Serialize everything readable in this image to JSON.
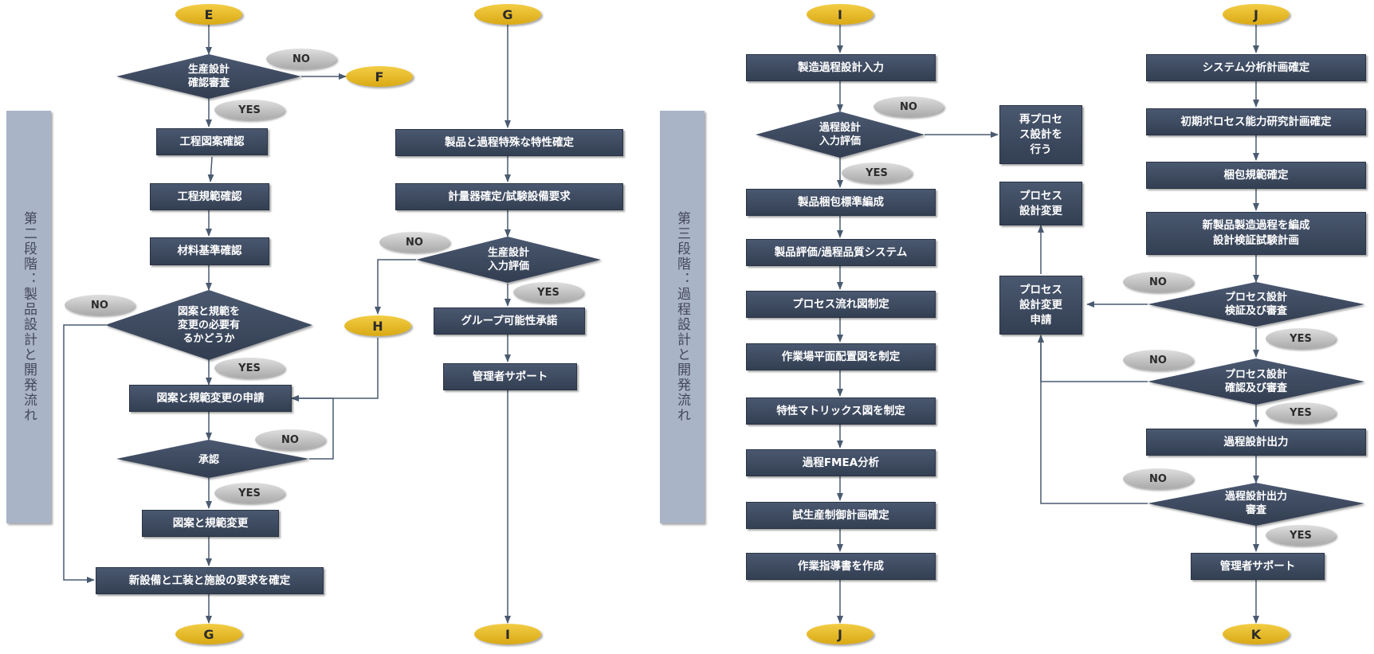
{
  "stages": {
    "stage2": "第二段階：製品設計と開発流れ",
    "stage3": "第三段階：過程設計と開発流れ"
  },
  "connectors": {
    "E": "E",
    "F": "F",
    "G": "G",
    "H": "H",
    "I": "I",
    "J": "J",
    "K": "K"
  },
  "decision_labels": {
    "yes": "YES",
    "no": "NO"
  },
  "col1": {
    "d_design_review": "生産設計\n確認審査",
    "p_process_drawing": "工程図案確認",
    "p_process_spec": "工程規範確認",
    "p_material_std": "材料基準確認",
    "d_need_change": "図案と規範を\n変更の必要有\nるかどうか",
    "p_change_request": "図案と規範変更の申請",
    "d_approval": "承認",
    "p_change": "図案と規範変更",
    "p_new_equipment": "新設備と工装と施設の要求を確定"
  },
  "col2": {
    "p_special_char": "製品と過程特殊な特性確定",
    "p_gauge": "計量器確定/試験設備要求",
    "d_input_eval": "生産設計\n入力評価",
    "p_feasibility": "グループ可能性承諾",
    "p_mgmt_support": "管理者サポート"
  },
  "col3": {
    "p_process_input": "製造過程設計入力",
    "d_process_input_eval": "過程設計\n入力評価",
    "p_packaging_std": "製品梱包標準編成",
    "p_quality_system": "製品評価/過程品質システム",
    "p_flow_chart": "プロセス流れ図制定",
    "p_floor_plan": "作業場平面配置図を制定",
    "p_matrix": "特性マトリックス図を制定",
    "p_fmea": "過程FMEA分析",
    "p_trial_plan": "試生産制御計画確定",
    "p_work_instruction": "作業指導書を作成"
  },
  "col4": {
    "p_redesign": "再プロセ\nス設計を\n行う",
    "p_design_change": "プロセス\n設計変更",
    "p_change_apply": "プロセス\n設計変更\n申請"
  },
  "col5": {
    "p_system_analysis": "システム分析計画確定",
    "p_capability": "初期ポロセス能力研究計画確定",
    "p_packaging": "梱包規範確定",
    "p_new_process": "新製品製造過程を編成\n設計検証試験計画",
    "d_verify_review": "プロセス設計\n検証及び審査",
    "d_confirm_review": "プロセス設計\n確認及び審査",
    "p_output": "過程設計出力",
    "d_output_review": "過程設計出力\n審査",
    "p_mgmt_support": "管理者サポート"
  },
  "colors": {
    "box": "#3b4659",
    "box_border": "#2a3445",
    "terminal": "#e8b825",
    "terminal_dark": "#c99a10",
    "pill": "#bdbdbd",
    "stage_bg": "#a9b4c6",
    "arrow": "#4a5a70"
  }
}
